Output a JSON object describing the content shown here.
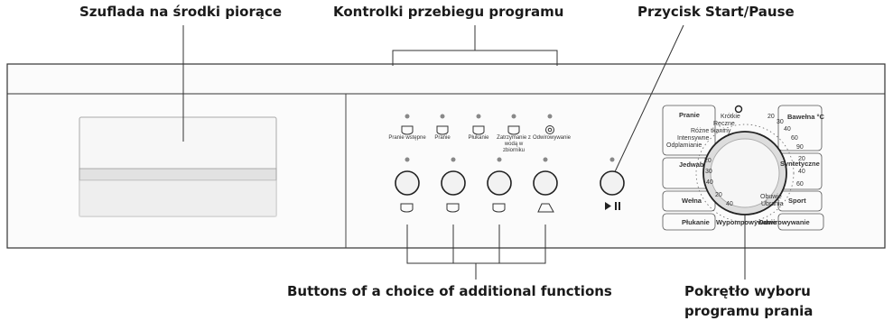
{
  "callouts": {
    "detergent": "Szuflada na środki piorące",
    "indicators": "Kontrolki przebiegu programu",
    "start_pause": "Przycisk Start/Pause",
    "buttons": "Buttons of a choice of additional functions",
    "dial_line1": "Pokrętło wyboru",
    "dial_line2": "programu prania"
  },
  "indicators": [
    {
      "label": "Pranie wstępne"
    },
    {
      "label": "Pranie"
    },
    {
      "label": "Płukanie"
    },
    {
      "label": "Zatrzymanie z wodą w zbiorniku"
    },
    {
      "label": "Odwirowywanie"
    }
  ],
  "dial": {
    "left_programs": {
      "pranie": "Pranie",
      "krotkie": "Krótkie",
      "reczne": "Ręczne",
      "rozne": "Różne tkaniny",
      "intensywne": "Intensywne",
      "odplamianie": "Odplamianie",
      "jedwab": "Jedwab",
      "welna": "Wełna",
      "plukanie": "Płukanie"
    },
    "right_programs": {
      "bawelna": "Bawełna °C",
      "syntetyczne": "Syntetyczne",
      "sport": "Sport",
      "obuwie": "Obuwie",
      "ubrania": "Ubrania",
      "odwirowywanie": "Odwirowywanie",
      "wypompowywanie": "Wypompowywanie"
    },
    "temps": {
      "t20a": "20",
      "t30a": "30",
      "t40a": "40",
      "t60a": "60",
      "t90": "90",
      "t20b": "20",
      "t40b": "40",
      "t60b": "60",
      "t20c": "20",
      "t30c": "30",
      "t40c": "40",
      "t20d": "20",
      "t40d": "40"
    }
  }
}
